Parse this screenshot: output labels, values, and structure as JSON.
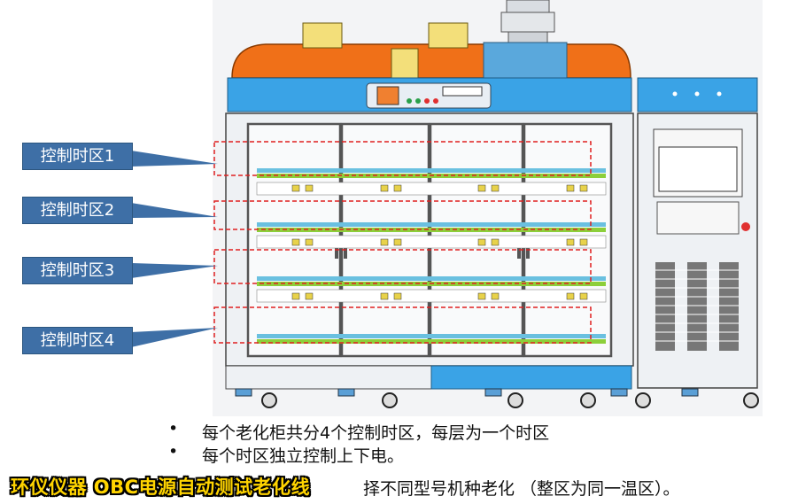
{
  "zones": [
    {
      "label": "控制时区1"
    },
    {
      "label": "控制时区2"
    },
    {
      "label": "控制时区3"
    },
    {
      "label": "控制时区4"
    }
  ],
  "bullets": [
    {
      "marker": "•",
      "text": "每个老化柜共分4个控制时区，每层为一个时区"
    },
    {
      "marker": "•",
      "text": "每个时区独立控制上下电。"
    }
  ],
  "bullet3_tail": "择不同型号机种老化 （整区为同一温区）。",
  "watermark": "环仪仪器 OBC电源自动测试老化线",
  "colors": {
    "label_fill": "#3e6fa6",
    "cabinet_blue": "#3aa3e6",
    "hood_orange": "#f07018",
    "duct_yellow": "#f3df7a",
    "zone_dash": "#e02020",
    "shelf_green": "#8ccf3a",
    "watermark": "#ffd400"
  }
}
